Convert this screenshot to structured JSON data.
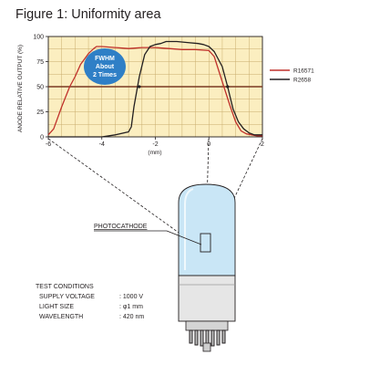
{
  "title": "Figure 1: Uniformity area",
  "badge": {
    "line1": "FWHM",
    "line2": "About",
    "line3": "2 Times"
  },
  "callout": {
    "photocathode": "PHOTOCATHODE"
  },
  "test_conditions": {
    "heading": "TEST CONDITIONS",
    "rows": [
      {
        "label": "SUPPLY VOLTAGE",
        "value": ": 1000 V"
      },
      {
        "label": "LIGHT SIZE",
        "value": ": φ1 mm"
      },
      {
        "label": "WAVELENGTH",
        "value": ": 420 nm"
      }
    ]
  },
  "colors": {
    "plot_bg": "#fbeec0",
    "grid": "#c9ac6c",
    "r16571": "#c0312b",
    "r2658": "#231f20",
    "badge": "#2f7fc6",
    "glass": "#c9e6f6",
    "base": "#e6e6e6"
  },
  "chart_data": {
    "type": "line",
    "title": "",
    "xlabel": "(mm)",
    "ylabel": "ANODE RELATIVE OUTPUT (%)",
    "xlim": [
      -6,
      2
    ],
    "ylim": [
      0,
      100
    ],
    "x_ticks": [
      {
        "value": -6,
        "label": "-6"
      },
      {
        "value": -4,
        "label": "-4"
      },
      {
        "value": -2,
        "label": "-2"
      },
      {
        "value": 0,
        "label": "0"
      },
      {
        "value": 2,
        "label": "2"
      }
    ],
    "y_ticks": [
      0,
      25,
      50,
      75,
      100
    ],
    "grid": true,
    "legend_position": "right",
    "reference_level": 50,
    "series": [
      {
        "name": "R16571",
        "color": "#c0312b",
        "x": [
          -6,
          -5.8,
          -5.5,
          -5.2,
          -5.0,
          -4.8,
          -4.5,
          -4.3,
          -4.2,
          -4.0,
          -3.5,
          -3.0,
          -2.5,
          -2.0,
          -1.5,
          -1.0,
          -0.5,
          0,
          0.2,
          0.5,
          0.8,
          1.0,
          1.2,
          1.4,
          1.6,
          1.8,
          2.0
        ],
        "y": [
          2,
          8,
          30,
          50,
          60,
          72,
          83,
          88,
          90,
          90,
          89,
          88,
          89,
          89,
          88,
          87,
          87,
          86,
          80,
          55,
          30,
          15,
          6,
          3,
          2,
          1,
          1
        ]
      },
      {
        "name": "R2658",
        "color": "#231f20",
        "x": [
          -6,
          -4.0,
          -3.5,
          -3.0,
          -2.9,
          -2.8,
          -2.6,
          -2.4,
          -2.2,
          -2.0,
          -1.8,
          -1.6,
          -1.2,
          -0.8,
          -0.4,
          -0.2,
          0,
          0.2,
          0.5,
          0.7,
          0.9,
          1.1,
          1.3,
          1.5,
          1.7,
          2.0
        ],
        "y": [
          0,
          0,
          2,
          5,
          10,
          30,
          60,
          82,
          90,
          92,
          93,
          95,
          95,
          94,
          93,
          92,
          90,
          85,
          70,
          50,
          28,
          15,
          8,
          4,
          2,
          2
        ]
      }
    ]
  }
}
